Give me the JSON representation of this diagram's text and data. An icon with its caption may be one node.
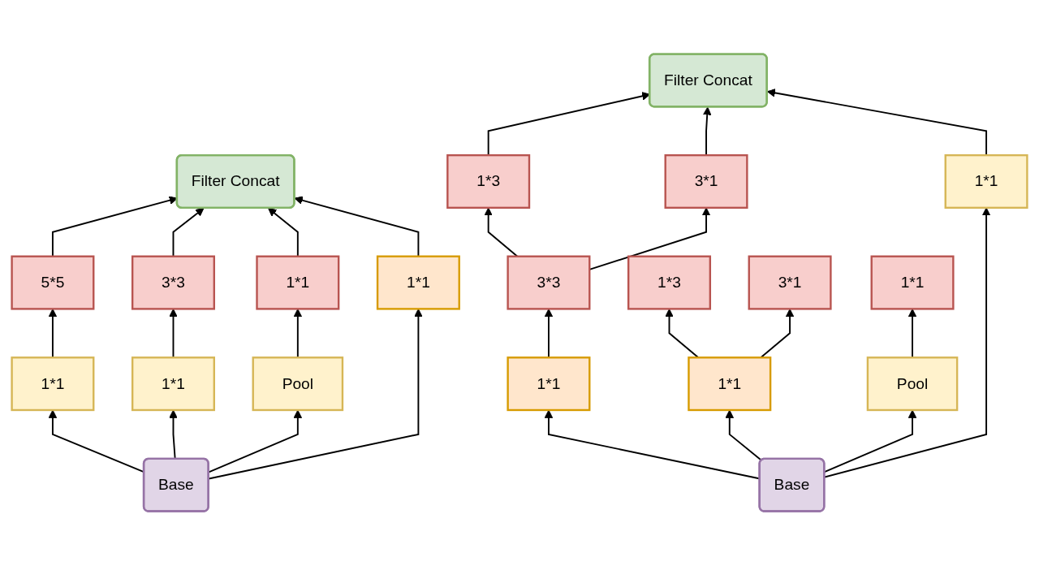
{
  "diagram": {
    "nodes": [
      {
        "text": [
          "Filter Concat"
        ]
      },
      {
        "text": [
          "5*5"
        ]
      },
      {
        "text": [
          "3*3"
        ]
      },
      {
        "text": [
          "1*1"
        ]
      },
      {
        "text": [
          "1*1"
        ]
      },
      {
        "text": [
          "1*1"
        ]
      },
      {
        "text": [
          "1*1"
        ]
      },
      {
        "text": [
          "Pool"
        ]
      },
      {
        "text": [
          "Base"
        ]
      },
      {
        "text": [
          "Filter Concat"
        ]
      },
      {
        "text": [
          "1*3"
        ]
      },
      {
        "text": [
          "3*1"
        ]
      },
      {
        "text": [
          "3*3"
        ]
      },
      {
        "text": [
          "1*3"
        ]
      },
      {
        "text": [
          "3*1"
        ]
      },
      {
        "text": [
          "1*1"
        ]
      },
      {
        "text": [
          "1*1"
        ]
      },
      {
        "text": [
          "1*1"
        ]
      },
      {
        "text": [
          "Pool"
        ]
      },
      {
        "text": [
          "1*1"
        ]
      },
      {
        "text": [
          "Base"
        ]
      }
    ],
    "edges": [
      {
        "from": 1,
        "to": 0,
        "arrow": "to"
      },
      {
        "from": 2,
        "to": 0,
        "arrow": "to"
      },
      {
        "from": 3,
        "to": 0,
        "arrow": "to"
      },
      {
        "from": 4,
        "to": 0,
        "arrow": "to"
      },
      {
        "from": 5,
        "to": 1,
        "arrow": "to"
      },
      {
        "from": 6,
        "to": 2,
        "arrow": "to"
      },
      {
        "from": 7,
        "to": 3,
        "arrow": "to"
      },
      {
        "from": 8,
        "to": 5,
        "arrow": "to"
      },
      {
        "from": 8,
        "to": 6,
        "arrow": "to"
      },
      {
        "from": 8,
        "to": 7,
        "arrow": "to"
      },
      {
        "from": 8,
        "to": 4,
        "arrow": "to"
      },
      {
        "from": 10,
        "to": 9,
        "arrow": "to"
      },
      {
        "from": 11,
        "to": 9,
        "arrow": "to"
      },
      {
        "from": 19,
        "to": 9,
        "arrow": "to"
      },
      {
        "from": 12,
        "to": 10,
        "arrow": "to"
      },
      {
        "from": 12,
        "to": 11,
        "arrow": "to"
      },
      {
        "from": 16,
        "to": 12,
        "arrow": "to"
      },
      {
        "from": 17,
        "to": 13,
        "arrow": "to"
      },
      {
        "from": 17,
        "to": 14,
        "arrow": "to"
      },
      {
        "from": 18,
        "to": 15,
        "arrow": "to"
      },
      {
        "from": 20,
        "to": 16,
        "arrow": "to"
      },
      {
        "from": 20,
        "to": 17,
        "arrow": "to"
      },
      {
        "from": 20,
        "to": 18,
        "arrow": "to"
      },
      {
        "from": 20,
        "to": 19,
        "arrow": "to"
      }
    ]
  }
}
